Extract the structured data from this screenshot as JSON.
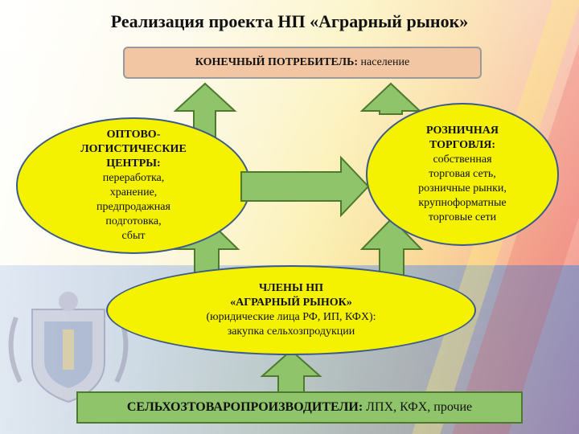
{
  "title": "Реализация проекта НП «Аграрный рынок»",
  "consumer": {
    "heading": "КОНЕЧНЫЙ ПОТРЕБИТЕЛЬ:",
    "text": "население"
  },
  "wholesale": {
    "heading": [
      "ОПТОВО-",
      "ЛОГИСТИЧЕСКИЕ",
      "ЦЕНТРЫ:"
    ],
    "items": [
      "переработка,",
      "хранение,",
      "предпродажная",
      "подготовка,",
      "сбыт"
    ]
  },
  "retail": {
    "heading": [
      "РОЗНИЧНАЯ",
      "ТОРГОВЛЯ:"
    ],
    "items": [
      "собственная",
      "торговая сеть,",
      "розничные рынки,",
      "крупноформатные",
      "торговые сети"
    ]
  },
  "members": {
    "heading": [
      "ЧЛЕНЫ НП",
      "«АГРАРНЫЙ РЫНОК»"
    ],
    "items": [
      "(юридические лица РФ, ИП, КФХ):",
      "закупка сельхозпродукции"
    ]
  },
  "producers": {
    "heading": "СЕЛЬХОЗТОВАРОПРОИЗВОДИТЕЛИ:",
    "text": "ЛПХ, КФХ, прочие"
  },
  "colors": {
    "arrow_fill": "#8fc46a",
    "arrow_stroke": "#4d7a2e",
    "ellipse_fill": "#f4f200",
    "ellipse_border": "#3d5a8a",
    "consumer_box": "#f2c6a2"
  }
}
